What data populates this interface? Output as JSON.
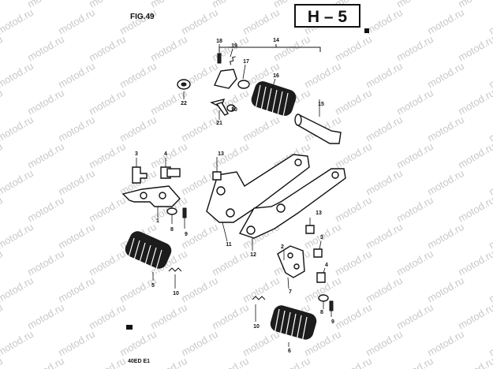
{
  "figure_title": "FIG.49",
  "section_code": "H – 5",
  "footer_code": "40ED E1",
  "watermark_text": "motod.ru",
  "colors": {
    "ink": "#111111",
    "watermark": "#c9c9c9"
  },
  "callouts": {
    "c14": "14",
    "c15": "15",
    "c16": "16",
    "c17": "17",
    "c18": "18",
    "c19": "19",
    "c20": "20",
    "c21": "21",
    "c22": "22",
    "c3a": "3",
    "c4a": "4",
    "c13a": "13",
    "c1": "1",
    "c8a": "8",
    "c9a": "9",
    "c11": "11",
    "c12": "12",
    "c13b": "13",
    "c3b": "3",
    "c2": "2",
    "c4b": "4",
    "c7": "7",
    "c8b": "8",
    "c9b": "9",
    "c5": "5",
    "c10a": "10",
    "c10b": "10",
    "c6": "6"
  }
}
